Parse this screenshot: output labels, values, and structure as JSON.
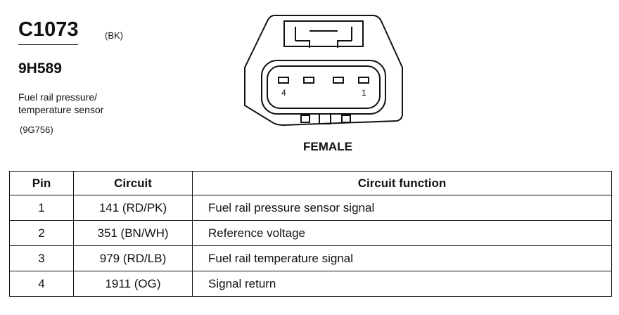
{
  "connector": {
    "id": "C1073",
    "color_code": "(BK)",
    "part_number": "9H589",
    "description": "Fuel rail pressure/\ntemperature sensor",
    "component_number": "(9G756)",
    "gender": "FEMALE",
    "pin_labels": {
      "left": "4",
      "right": "1"
    }
  },
  "table": {
    "headers": {
      "pin": "Pin",
      "circuit": "Circuit",
      "function": "Circuit function"
    },
    "rows": [
      {
        "pin": "1",
        "circuit": "141 (RD/PK)",
        "function": "Fuel rail pressure sensor signal"
      },
      {
        "pin": "2",
        "circuit": "351 (BN/WH)",
        "function": "Reference voltage"
      },
      {
        "pin": "3",
        "circuit": "979 (RD/LB)",
        "function": "Fuel rail temperature signal"
      },
      {
        "pin": "4",
        "circuit": "1911 (OG)",
        "function": "Signal return"
      }
    ]
  }
}
